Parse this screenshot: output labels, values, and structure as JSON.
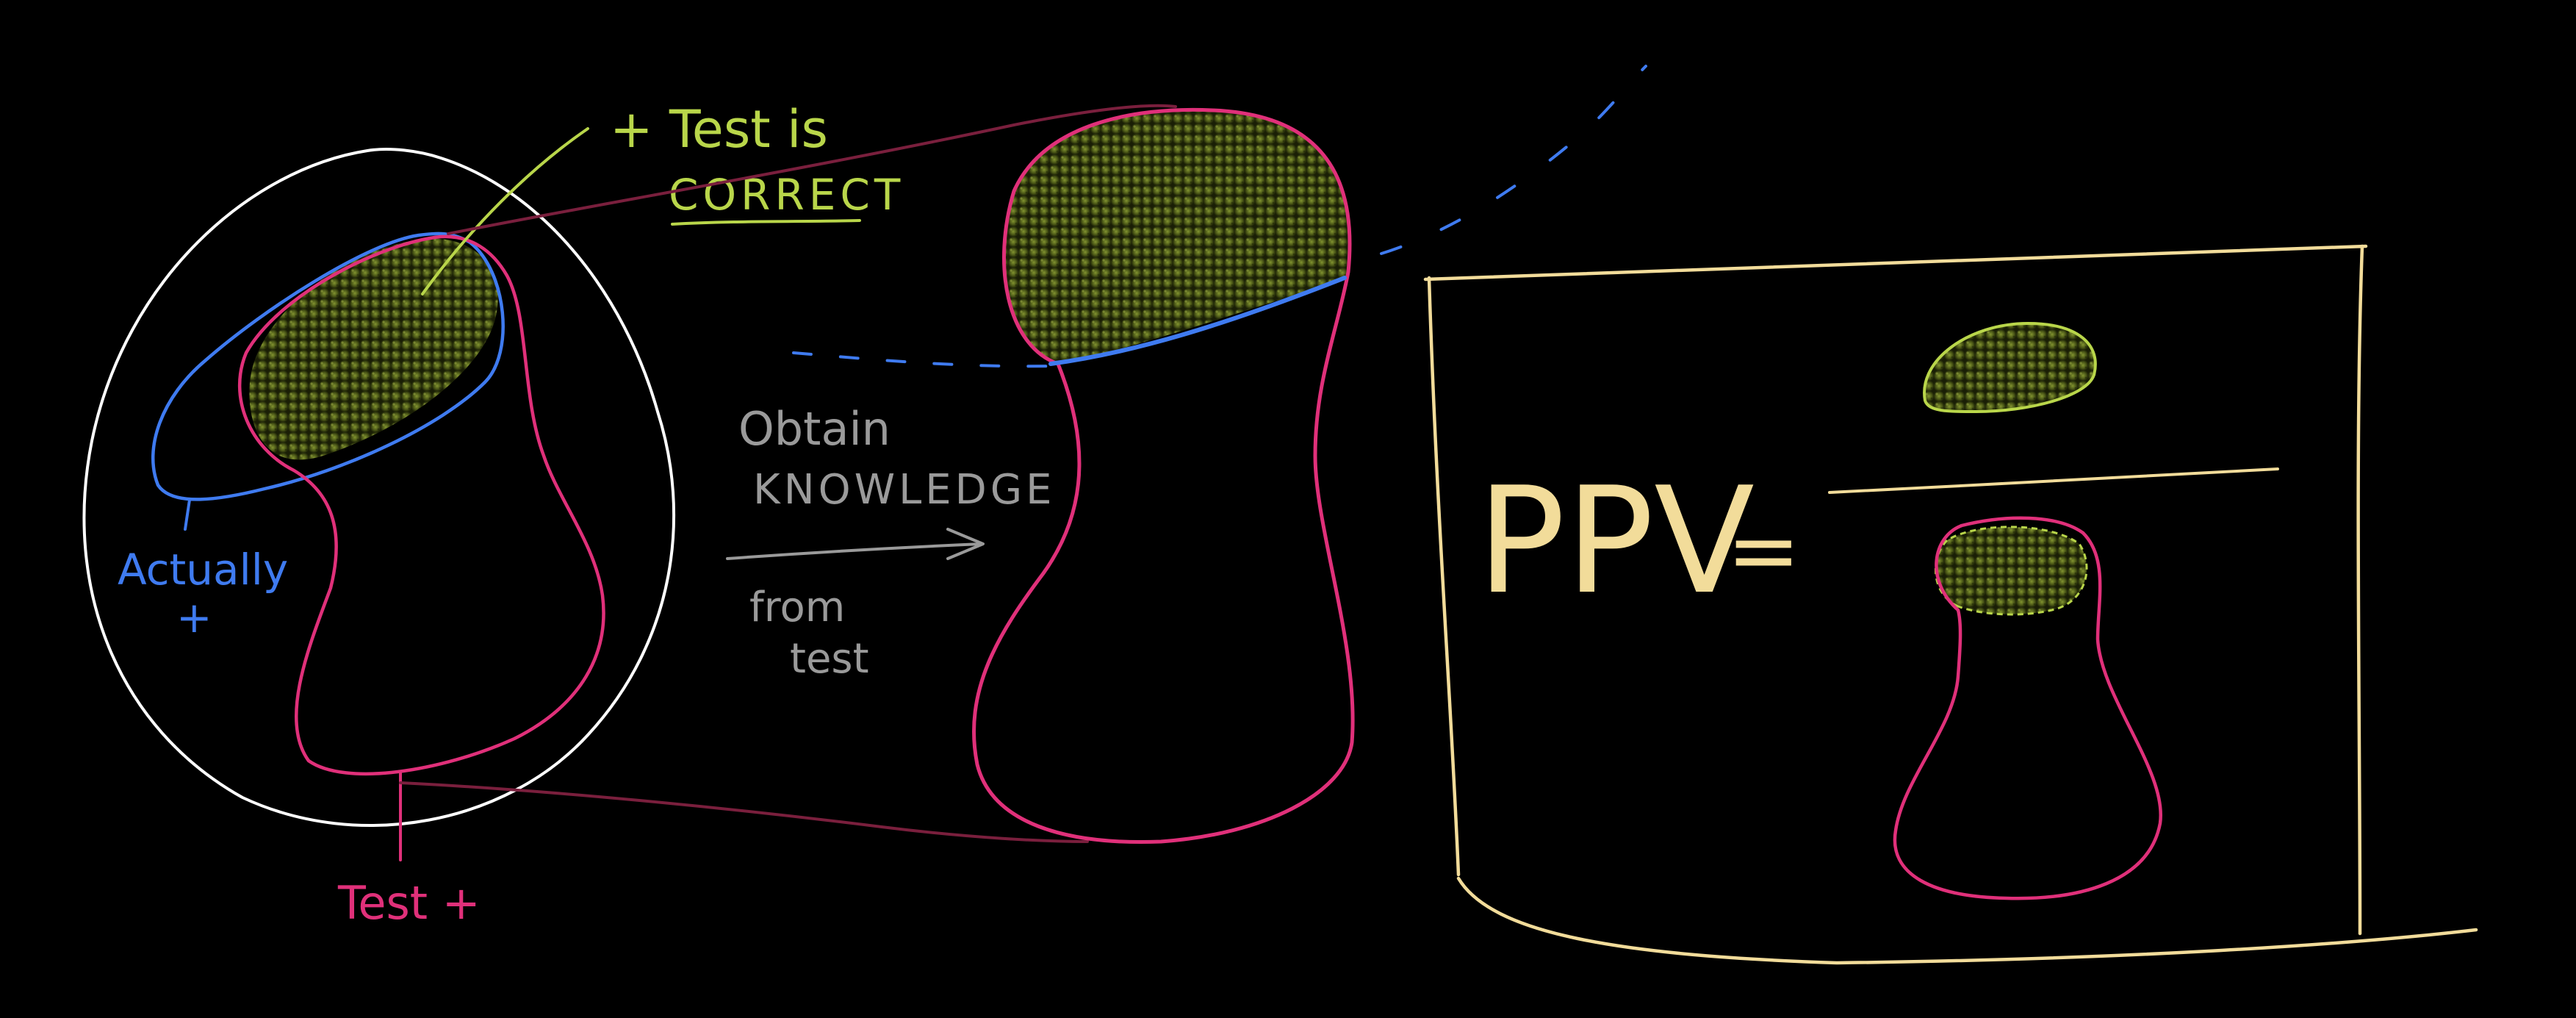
{
  "labels": {
    "test_is_correct_line1": "+ Test is",
    "test_is_correct_line2": "CORRECT",
    "actually_line1": "Actually",
    "actually_line2": "+",
    "test_positive": "Test +",
    "obtain_line1": "Obtain",
    "obtain_line2": "KNOWLEDGE",
    "obtain_line3": "from",
    "obtain_line4": "test",
    "ppv": "PPV",
    "equals": "="
  },
  "colors": {
    "background": "#000000",
    "population_outline": "#ffffff",
    "actual_positive": "#3f7bf0",
    "test_positive": "#e0307a",
    "true_positive_fill": "#6b7a1f",
    "correct_label": "#b9d64a",
    "knowledge_text": "#9a9a9a",
    "ppv_box": "#f2dc9a",
    "connector": "#7a1f3d"
  },
  "icons": {
    "arrow": "right-arrow-icon"
  }
}
